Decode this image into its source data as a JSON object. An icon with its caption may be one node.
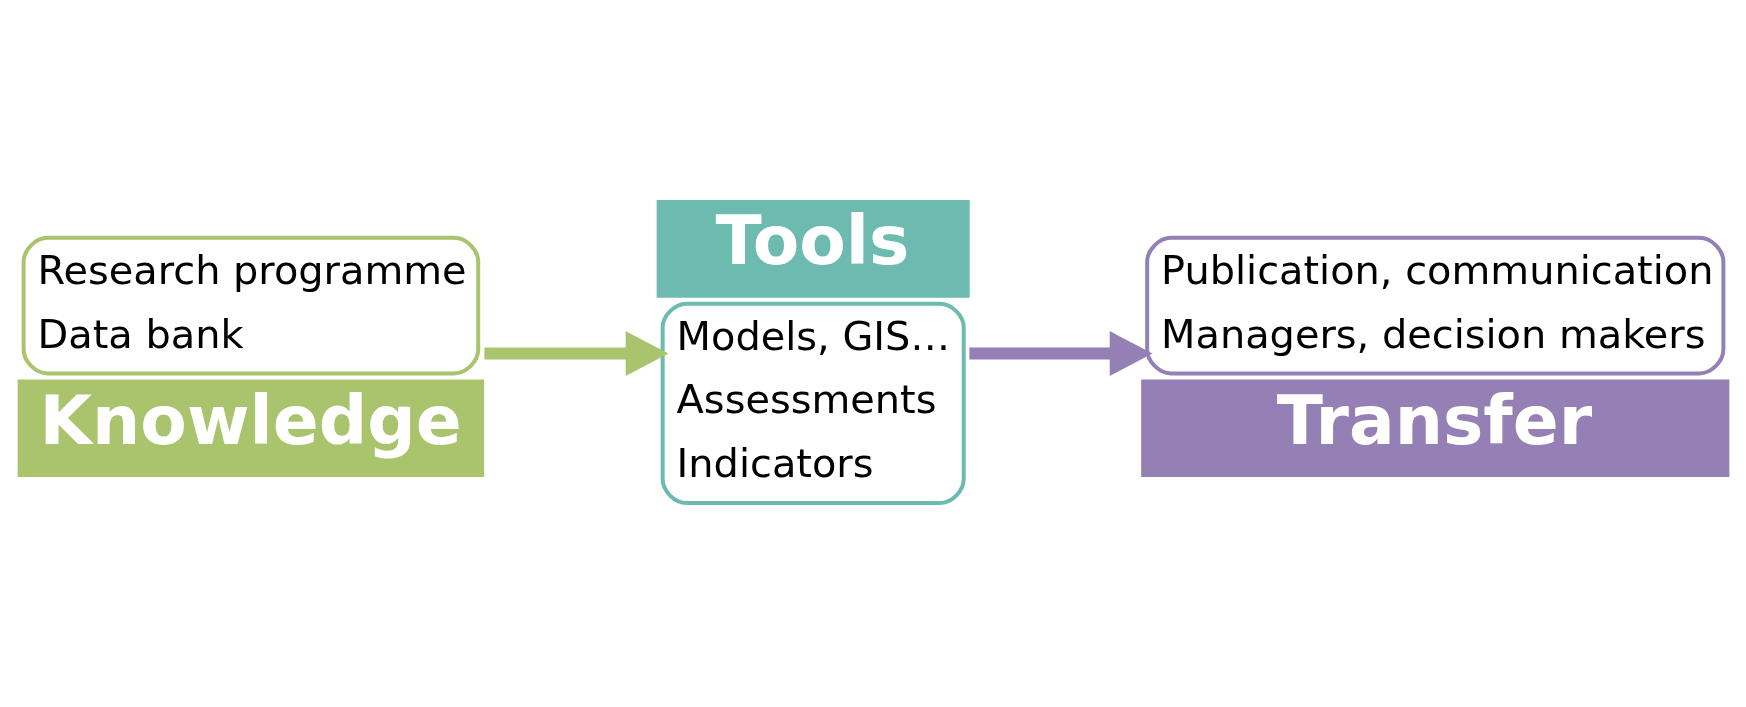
{
  "diagram": {
    "nodes": [
      {
        "text": [
          "Research programme",
          "Data bank",
          "Knowledge"
        ]
      },
      {
        "text": [
          "Tools",
          "Models, GIS…",
          "Assessments",
          "Indicators"
        ]
      },
      {
        "text": [
          "Publication, communication",
          "Managers, decision makers",
          "Transfer"
        ]
      }
    ],
    "edges": [
      {
        "from": 0,
        "to": 1,
        "arrow": "to",
        "color": "#a9c46c"
      },
      {
        "from": 1,
        "to": 2,
        "arrow": "to",
        "color": "#9580b5"
      }
    ]
  }
}
